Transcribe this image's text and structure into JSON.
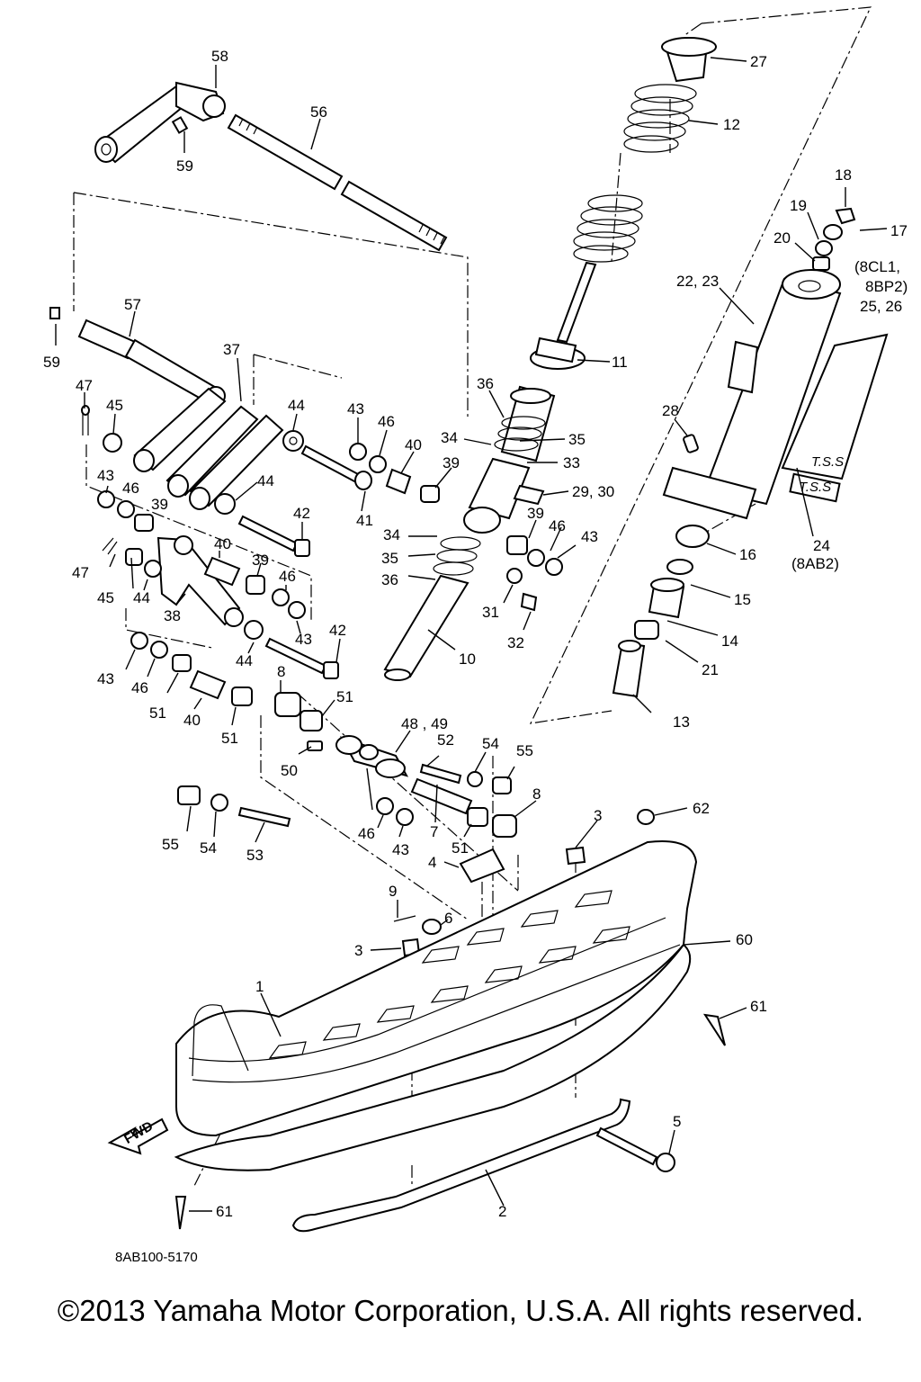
{
  "diagram": {
    "labels": [
      {
        "id": "58",
        "text": "58"
      },
      {
        "id": "56",
        "text": "56"
      },
      {
        "id": "59a",
        "text": "59"
      },
      {
        "id": "27",
        "text": "27"
      },
      {
        "id": "12",
        "text": "12"
      },
      {
        "id": "18",
        "text": "18"
      },
      {
        "id": "19",
        "text": "19"
      },
      {
        "id": "17",
        "text": "17"
      },
      {
        "id": "20",
        "text": "20"
      },
      {
        "id": "8CL1",
        "text": "(8CL1,"
      },
      {
        "id": "8BP2",
        "text": "8BP2)"
      },
      {
        "id": "2223",
        "text": "22, 23"
      },
      {
        "id": "2526",
        "text": "25, 26"
      },
      {
        "id": "57",
        "text": "57"
      },
      {
        "id": "59b",
        "text": "59"
      },
      {
        "id": "11",
        "text": "11"
      },
      {
        "id": "37",
        "text": "37"
      },
      {
        "id": "47a",
        "text": "47"
      },
      {
        "id": "45a",
        "text": "45"
      },
      {
        "id": "44a",
        "text": "44"
      },
      {
        "id": "43a",
        "text": "43"
      },
      {
        "id": "46a",
        "text": "46"
      },
      {
        "id": "36a",
        "text": "36"
      },
      {
        "id": "28",
        "text": "28"
      },
      {
        "id": "34a",
        "text": "34"
      },
      {
        "id": "35a",
        "text": "35"
      },
      {
        "id": "40a",
        "text": "40"
      },
      {
        "id": "39a",
        "text": "39"
      },
      {
        "id": "33",
        "text": "33"
      },
      {
        "id": "2930",
        "text": "29, 30"
      },
      {
        "id": "43b",
        "text": "43"
      },
      {
        "id": "46b",
        "text": "46"
      },
      {
        "id": "44b",
        "text": "44"
      },
      {
        "id": "39b",
        "text": "39"
      },
      {
        "id": "41",
        "text": "41"
      },
      {
        "id": "42a",
        "text": "42"
      },
      {
        "id": "34b",
        "text": "34"
      },
      {
        "id": "39c",
        "text": "39"
      },
      {
        "id": "46c",
        "text": "46"
      },
      {
        "id": "43c",
        "text": "43"
      },
      {
        "id": "24",
        "text": "24"
      },
      {
        "id": "8AB2",
        "text": "(8AB2)"
      },
      {
        "id": "35b",
        "text": "35"
      },
      {
        "id": "16",
        "text": "16"
      },
      {
        "id": "40b",
        "text": "40"
      },
      {
        "id": "47b",
        "text": "47"
      },
      {
        "id": "39d",
        "text": "39"
      },
      {
        "id": "36b",
        "text": "36"
      },
      {
        "id": "45b",
        "text": "45"
      },
      {
        "id": "44c",
        "text": "44"
      },
      {
        "id": "46d",
        "text": "46"
      },
      {
        "id": "15",
        "text": "15"
      },
      {
        "id": "38",
        "text": "38"
      },
      {
        "id": "43d",
        "text": "43"
      },
      {
        "id": "31",
        "text": "31"
      },
      {
        "id": "14",
        "text": "14"
      },
      {
        "id": "32",
        "text": "32"
      },
      {
        "id": "42b",
        "text": "42"
      },
      {
        "id": "44d",
        "text": "44"
      },
      {
        "id": "43e",
        "text": "43"
      },
      {
        "id": "10",
        "text": "10"
      },
      {
        "id": "21",
        "text": "21"
      },
      {
        "id": "46e",
        "text": "46"
      },
      {
        "id": "8a",
        "text": "8"
      },
      {
        "id": "51a",
        "text": "51"
      },
      {
        "id": "40c",
        "text": "40"
      },
      {
        "id": "51b",
        "text": "51"
      },
      {
        "id": "51c",
        "text": "51"
      },
      {
        "id": "4849",
        "text": "48 , 49"
      },
      {
        "id": "13",
        "text": "13"
      },
      {
        "id": "52",
        "text": "52"
      },
      {
        "id": "54a",
        "text": "54"
      },
      {
        "id": "55a",
        "text": "55"
      },
      {
        "id": "50",
        "text": "50"
      },
      {
        "id": "8b",
        "text": "8"
      },
      {
        "id": "55b",
        "text": "55"
      },
      {
        "id": "54b",
        "text": "54"
      },
      {
        "id": "53",
        "text": "53"
      },
      {
        "id": "46f",
        "text": "46"
      },
      {
        "id": "43f",
        "text": "43"
      },
      {
        "id": "7",
        "text": "7"
      },
      {
        "id": "51d",
        "text": "51"
      },
      {
        "id": "3a",
        "text": "3"
      },
      {
        "id": "62",
        "text": "62"
      },
      {
        "id": "4",
        "text": "4"
      },
      {
        "id": "9",
        "text": "9"
      },
      {
        "id": "6",
        "text": "6"
      },
      {
        "id": "60",
        "text": "60"
      },
      {
        "id": "3b",
        "text": "3"
      },
      {
        "id": "1",
        "text": "1"
      },
      {
        "id": "61a",
        "text": "61"
      },
      {
        "id": "5",
        "text": "5"
      },
      {
        "id": "61b",
        "text": "61"
      },
      {
        "id": "2",
        "text": "2"
      },
      {
        "id": "fwd",
        "text": "FWD"
      }
    ],
    "figure_code": "8AB100-5170"
  },
  "footer": {
    "copyright": "©2013 Yamaha Motor Corporation, U.S.A. All rights reserved."
  }
}
